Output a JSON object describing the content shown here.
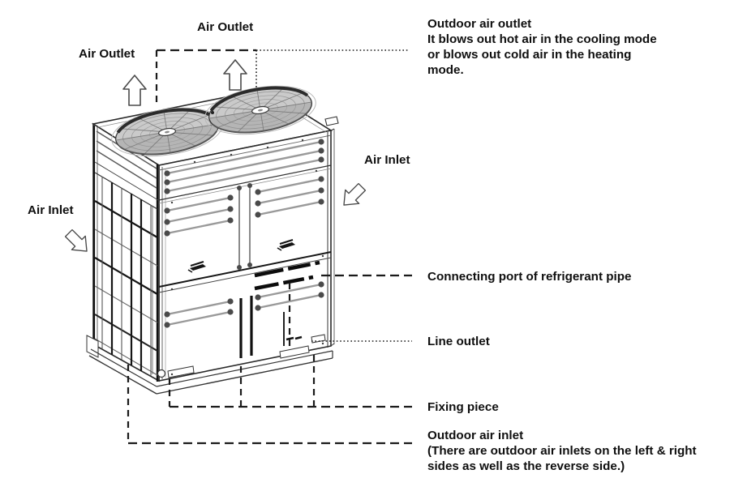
{
  "page": {
    "background": "#ffffff"
  },
  "labels": {
    "air_outlet_top": "Air Outlet",
    "air_outlet_left": "Air Outlet",
    "air_inlet_right": "Air Inlet",
    "air_inlet_left": "Air Inlet"
  },
  "callouts": {
    "outdoor_air_outlet": {
      "title": "Outdoor air outlet",
      "description": "It blows out hot air in the cooling mode or blows out cold air in the heating mode."
    },
    "connecting_port": {
      "label": "Connecting port of refrigerant pipe"
    },
    "line_outlet": {
      "label": "Line outlet"
    },
    "fixing_piece": {
      "label": "Fixing piece"
    },
    "outdoor_air_inlet": {
      "title": "Outdoor air inlet",
      "description": "(There are outdoor air inlets on the left & right sides as well as the reverse side.)"
    }
  },
  "icons": {
    "air_outlet_arrow_top": "hollow-up-arrow",
    "air_outlet_arrow_left": "hollow-up-arrow",
    "air_inlet_arrow_right": "hollow-down-left-arrow",
    "air_inlet_arrow_left": "hollow-down-right-arrow"
  },
  "colors": {
    "text": "#0f0f0f",
    "leader_line": "#1a1a1a",
    "drawing_outline": "#2a2a2a",
    "drawing_light": "#9a9a9a"
  }
}
